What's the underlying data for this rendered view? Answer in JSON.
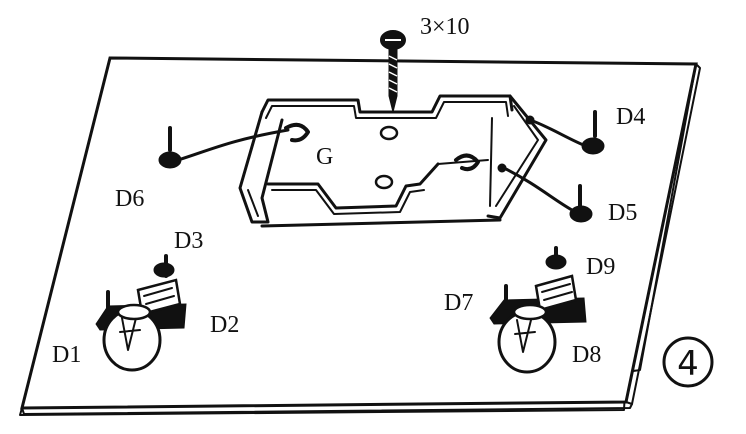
{
  "screw_label": "3×10",
  "labels": {
    "g": "G",
    "d1": "D1",
    "d2": "D2",
    "d3": "D3",
    "d4": "D4",
    "d5": "D5",
    "d6": "D6",
    "d7": "D7",
    "d8": "D8",
    "d9": "D9"
  },
  "step_number": "4",
  "colors": {
    "ink": "#111111",
    "paper": "#ffffff"
  }
}
